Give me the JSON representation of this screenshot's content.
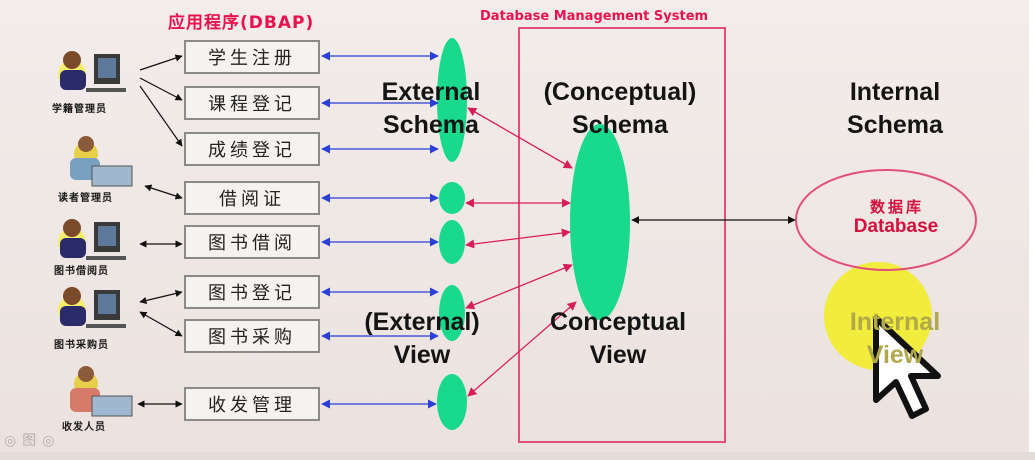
{
  "titles": {
    "app_program": "应用程序(DBAP)",
    "dbms": "Database Management System"
  },
  "applications": [
    "学生注册",
    "课程登记",
    "成绩登记",
    "借阅证",
    "图书借阅",
    "图书登记",
    "图书采购",
    "收发管理"
  ],
  "roles": [
    "学籍管理员",
    "读者管理员",
    "图书借阅员",
    "图书采购员",
    "收发人员"
  ],
  "schemas": {
    "external_schema": [
      "External",
      "Schema"
    ],
    "conceptual_schema": [
      "(Conceptual)",
      "Schema"
    ],
    "internal_schema": [
      "Internal",
      "Schema"
    ],
    "external_view": [
      "(External)",
      "View"
    ],
    "conceptual_view": [
      "Conceptual",
      "View"
    ],
    "internal_view": [
      "Internal",
      "View"
    ]
  },
  "database": {
    "label_cn": "数据库",
    "label_en": "Database"
  },
  "colors": {
    "title_red": "#e8134e",
    "ellipse_green": "#18d98c",
    "arrow_blue": "#2a3fd6",
    "arrow_red": "#d81e5a",
    "dbms_border": "#e0507a",
    "cursor_highlight": "#f2ec2a"
  },
  "bottom_icons": [
    "◎",
    "图",
    "◎"
  ]
}
